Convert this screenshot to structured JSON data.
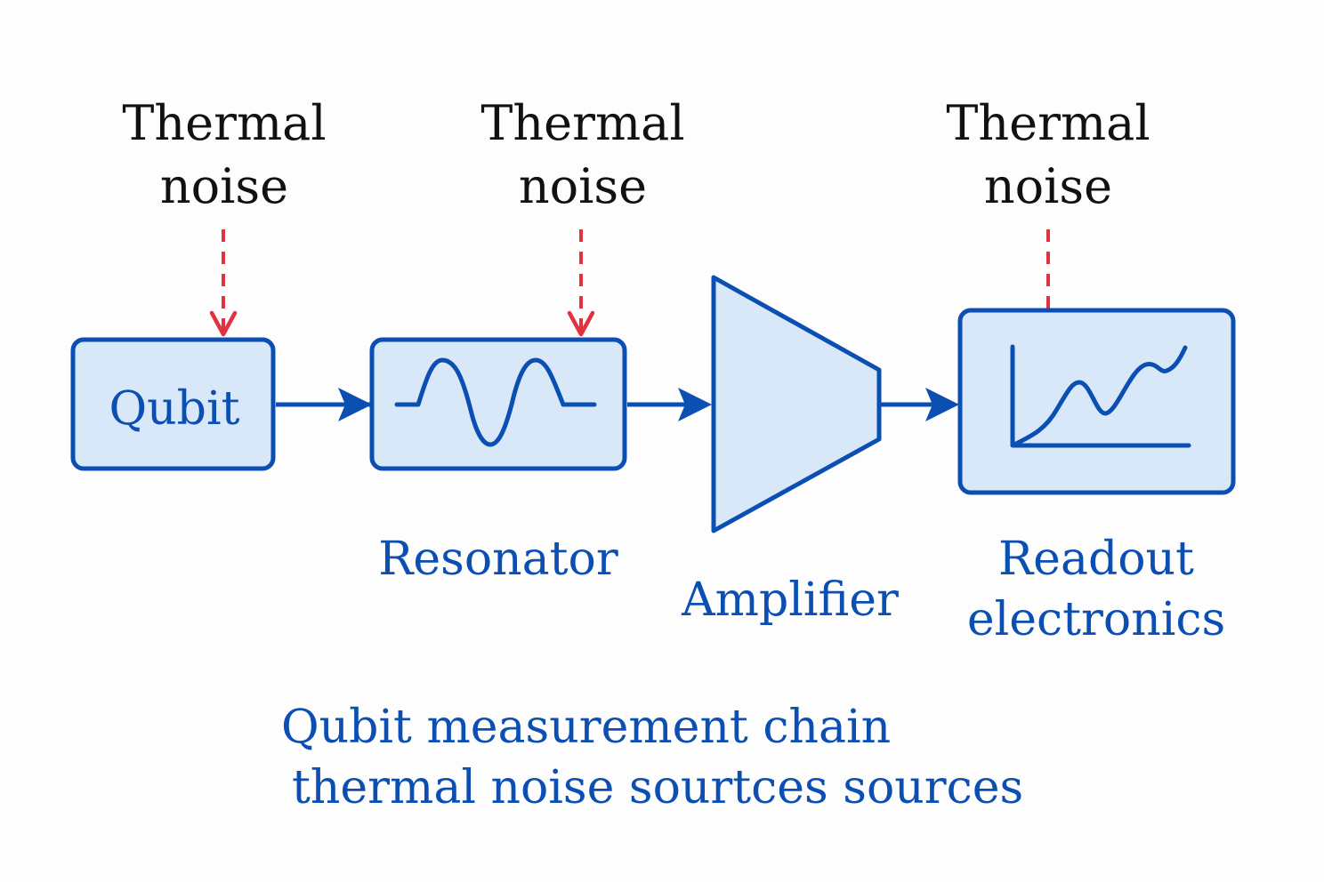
{
  "colors": {
    "stroke": "#0b4fb3",
    "fill": "#d9e8f8",
    "noise_arrow": "#e0333f",
    "noise_text": "#111111",
    "label_text": "#0b4fb3"
  },
  "noise_sources": [
    {
      "line1": "Thermal",
      "line2": "noise",
      "target": "qubit"
    },
    {
      "line1": "Thermal",
      "line2": "noise",
      "target": "resonator"
    },
    {
      "line1": "Thermal",
      "line2": "noise",
      "target": "readout-electronics"
    }
  ],
  "blocks": {
    "qubit": {
      "label": "Qubit",
      "icon": "none"
    },
    "resonator": {
      "label": "Resonator",
      "icon": "sine-wave-icon"
    },
    "amplifier": {
      "label": "Amplifier",
      "icon": "amplifier-triangle-icon"
    },
    "readout": {
      "line1": "Readout",
      "line2": "electronics",
      "icon": "line-chart-icon"
    }
  },
  "caption": {
    "line1": "Qubit measurement chain",
    "line2": "thermal noise sourtces sources"
  }
}
